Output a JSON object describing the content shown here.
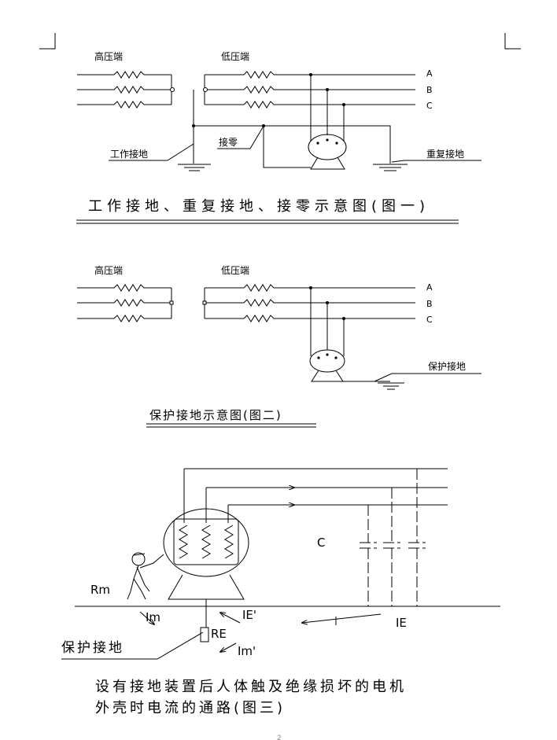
{
  "page": {
    "page_number": "2"
  },
  "figure1": {
    "high_voltage_label": "高压端",
    "low_voltage_label": "低压端",
    "phase_a": "A",
    "phase_b": "B",
    "phase_c": "C",
    "work_ground_label": "工作接地",
    "neutral_label": "接零",
    "repeat_ground_label": "重复接地",
    "caption": "工作接地、重复接地、接零示意图(图一)"
  },
  "figure2": {
    "high_voltage_label": "高压端",
    "low_voltage_label": "低压端",
    "phase_a": "A",
    "phase_b": "B",
    "phase_c": "C",
    "protect_ground_label": "保护接地",
    "caption": "保护接地示意图(图二)"
  },
  "figure3": {
    "capacitance_label": "C",
    "rm_label": "Rm",
    "im_label": "Im",
    "ie_prime_label": "IE'",
    "re_label": "RE",
    "im_prime_label": "Im'",
    "ie_label": "IE",
    "protect_ground_label": "保护接地",
    "caption_line1": "设有接地装置后人体触及绝缘损坏的电机",
    "caption_line2": "外壳时电流的通路(图三)"
  }
}
